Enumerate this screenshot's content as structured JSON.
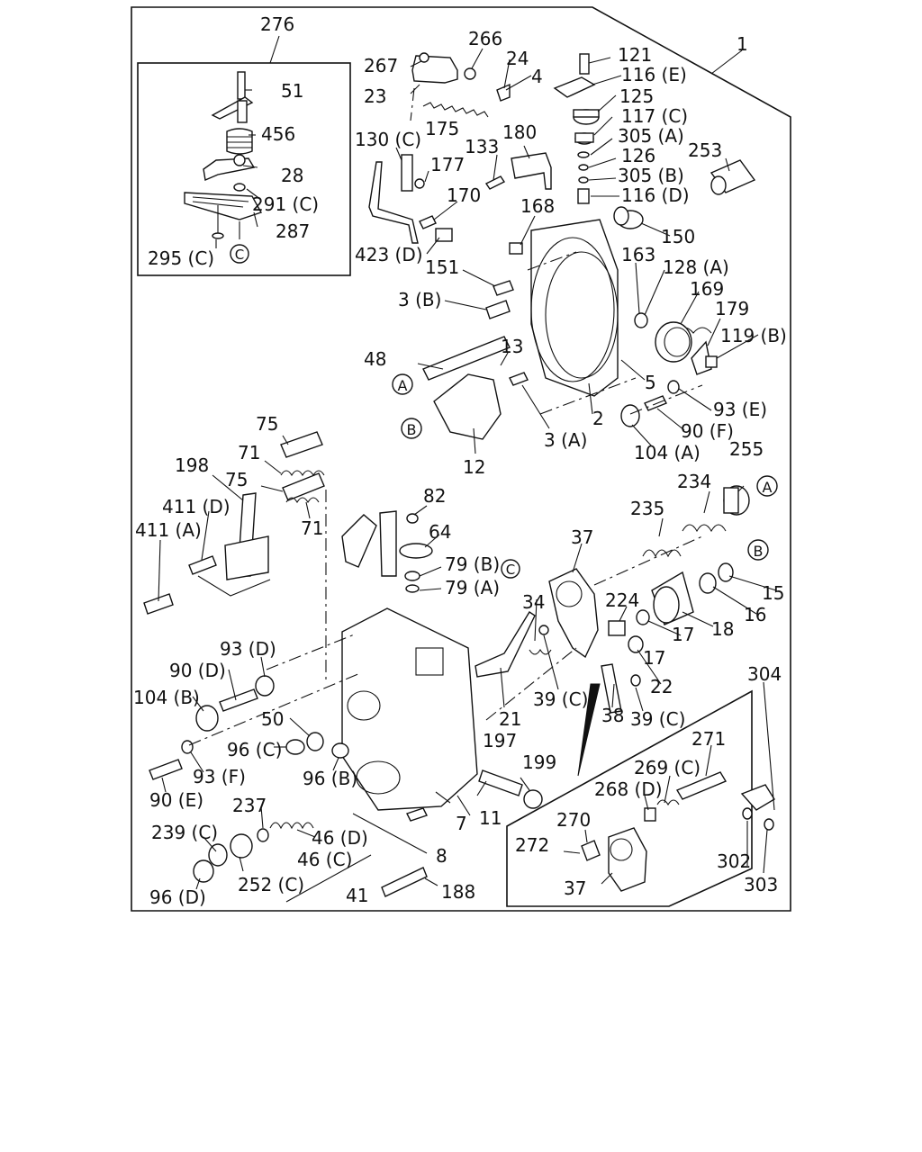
{
  "labels": {
    "l1": "1",
    "l2": "2",
    "l3a": "3 (A)",
    "l3b": "3 (B)",
    "l4": "4",
    "l5": "5",
    "l7": "7",
    "l8": "8",
    "l11": "11",
    "l12": "12",
    "l13": "13",
    "l15": "15",
    "l16": "16",
    "l17a": "17",
    "l17b": "17",
    "l18": "18",
    "l21": "21",
    "l22": "22",
    "l23": "23",
    "l24": "24",
    "l28": "28",
    "l34": "34",
    "l37a": "37",
    "l37b": "37",
    "l38": "38",
    "l39ca": "39 (C)",
    "l39cb": "39 (C)",
    "l41": "41",
    "l46c": "46 (C)",
    "l46d": "46 (D)",
    "l48": "48",
    "l50": "50",
    "l51": "51",
    "l64": "64",
    "l71a": "71",
    "l71b": "71",
    "l75a": "75",
    "l75b": "75",
    "l79a": "79 (A)",
    "l79b": "79 (B)",
    "l82": "82",
    "l90d": "90 (D)",
    "l90e": "90 (E)",
    "l90f": "90 (F)",
    "l93d": "93 (D)",
    "l93e": "93 (E)",
    "l93f": "93 (F)",
    "l96b": "96 (B)",
    "l96c": "96 (C)",
    "l96d": "96 (D)",
    "l104a": "104 (A)",
    "l104b": "104 (B)",
    "l116d": "116 (D)",
    "l116e": "116 (E)",
    "l117c": "117 (C)",
    "l119b": "119 (B)",
    "l121": "121",
    "l125": "125",
    "l126": "126",
    "l128a": "128 (A)",
    "l130c": "130 (C)",
    "l133": "133",
    "l150": "150",
    "l151": "151",
    "l163": "163",
    "l168": "168",
    "l169": "169",
    "l170": "170",
    "l175": "175",
    "l177": "177",
    "l179": "179",
    "l180": "180",
    "l188": "188",
    "l197": "197",
    "l198": "198",
    "l199": "199",
    "l224": "224",
    "l234": "234",
    "l235": "235",
    "l237": "237",
    "l239c": "239 (C)",
    "l252c": "252 (C)",
    "l253": "253",
    "l255": "255",
    "l266": "266",
    "l267": "267",
    "l268d": "268 (D)",
    "l269c": "269 (C)",
    "l270": "270",
    "l271": "271",
    "l272": "272",
    "l276": "276",
    "l287": "287",
    "l291c": "291 (C)",
    "l295c": "295 (C)",
    "l302": "302",
    "l303": "303",
    "l304": "304",
    "l305a": "305 (A)",
    "l305b": "305 (B)",
    "l411a": "411 (A)",
    "l411d": "411 (D)",
    "l423d": "423 (D)",
    "l456": "456"
  },
  "markers": {
    "a1": "A",
    "a2": "A",
    "b1": "B",
    "b2": "B",
    "c1": "C",
    "c2": "C"
  }
}
